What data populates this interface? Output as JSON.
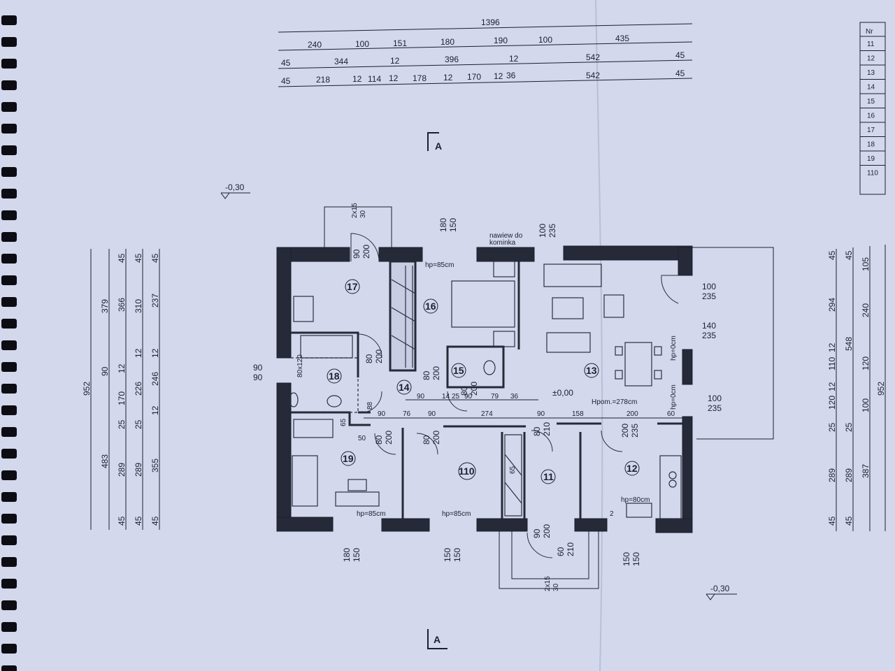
{
  "colors": {
    "paper": "#d3d8ec",
    "ink": "#1c1f2e",
    "wall": "#262a38",
    "binding": "#0c0c12"
  },
  "section_marker": "A",
  "level_outside": "-0,30",
  "level_floor": "±0,00",
  "room_height": "Hpom.=278cm",
  "note_chimney": [
    "nawiew do",
    "kominka"
  ],
  "sill_labels": {
    "hp85": "hp=85cm",
    "hp80": "hp=80cm",
    "hp0": "hp=0cm"
  },
  "top_dims": {
    "row1": [
      "1396"
    ],
    "row2": [
      "240",
      "100",
      "151",
      "180",
      "190",
      "100",
      "435"
    ],
    "row3": [
      "45",
      "344",
      "12",
      "396",
      "12",
      "542",
      "45"
    ],
    "row4": [
      "45",
      "218",
      "12",
      "114",
      "12",
      "178",
      "12",
      "170",
      "12",
      "36",
      "542",
      "45"
    ]
  },
  "left_dims": {
    "col1": [
      "952"
    ],
    "col2": [
      "483",
      "90",
      "379"
    ],
    "col3": [
      "45",
      "289",
      "25",
      "170",
      "12",
      "366",
      "45"
    ],
    "col4": [
      "45",
      "289",
      "25",
      "226",
      "12",
      "310",
      "45"
    ],
    "col5": [
      "45",
      "355",
      "12",
      "246",
      "12",
      "237",
      "45"
    ]
  },
  "right_dims": {
    "col1": [
      "45",
      "289",
      "25",
      "120",
      "12",
      "110",
      "12",
      "294",
      "45"
    ],
    "col2": [
      "45",
      "289",
      "25",
      "548",
      "45"
    ],
    "col3": [
      "387",
      "100",
      "120",
      "240",
      "105"
    ],
    "col4": [
      "952"
    ]
  },
  "rooms": [
    "11",
    "12",
    "13",
    "14",
    "15",
    "16",
    "17",
    "18",
    "19",
    "110"
  ],
  "room_table": {
    "header": "Nr",
    "rows": [
      "11",
      "12",
      "13",
      "14",
      "15",
      "16",
      "17",
      "18",
      "19",
      "110"
    ]
  },
  "openings": {
    "d17": [
      "90",
      "200"
    ],
    "w_top16": [
      "180",
      "150"
    ],
    "w_top13": [
      "100",
      "235"
    ],
    "d_east": [
      "100",
      "235"
    ],
    "w_east1": [
      "140",
      "235"
    ],
    "w_east2": [
      "100",
      "235"
    ],
    "w_west": [
      "90",
      "90"
    ],
    "d18": [
      "80",
      "200"
    ],
    "d14": [
      "80",
      "200"
    ],
    "d15": [
      "80",
      "200"
    ],
    "d19": [
      "80",
      "200"
    ],
    "d110": [
      "80",
      "200"
    ],
    "d11": [
      "80",
      "210"
    ],
    "d12": [
      "200",
      "235"
    ],
    "w_b19": [
      "180",
      "150"
    ],
    "w_b110": [
      "150",
      "150"
    ],
    "d_bottom": [
      "90",
      "200"
    ],
    "d_bottom2": [
      "60",
      "210"
    ],
    "w_b12": [
      "150",
      "150"
    ],
    "step_top": [
      "2x15",
      "30"
    ],
    "step_bottom": [
      "2x15",
      "30"
    ],
    "bath_win": "80x120"
  },
  "hall_dims": [
    "90",
    "76",
    "90",
    "274",
    "90",
    "158",
    "200",
    "60",
    "88",
    "65",
    "50"
  ],
  "hall_dims2": [
    "90",
    "14",
    "25",
    "90",
    "79",
    "36"
  ],
  "misc": {
    "d19_wall": "65",
    "d11_wall": "65",
    "sink_h": "2"
  }
}
